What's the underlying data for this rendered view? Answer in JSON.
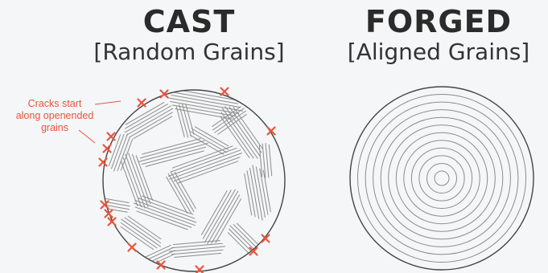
{
  "cast": {
    "title": "CAST",
    "subtitle": "[Random Grains]",
    "annotation_lines": [
      "Cracks start",
      "along openended",
      "grains"
    ]
  },
  "forged": {
    "title": "FORGED",
    "subtitle": "[Aligned Grains]",
    "ring_count": 11
  },
  "colors": {
    "background": "#f4f6f7",
    "outline": "#444444",
    "grain_lines": "#8c8c8c",
    "crack_marker": "#e8543e",
    "text": "#2b2b2b"
  },
  "icons": {
    "crack_marker": "x-mark-icon"
  }
}
